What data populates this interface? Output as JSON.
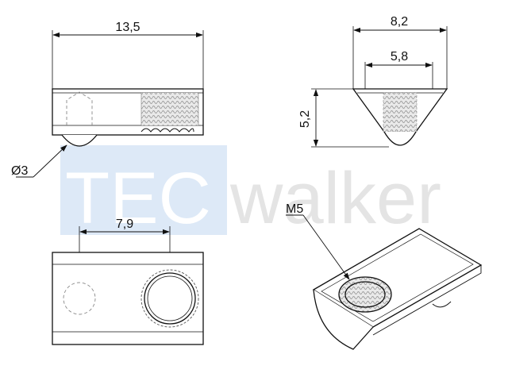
{
  "watermark": {
    "part1": "TEC",
    "part2": "walker",
    "box_color": "#dde9f7",
    "part1_color": "#ffffff",
    "part2_color": "#e4e4e4"
  },
  "dimensions": {
    "length": "13,5",
    "top_width": "8,2",
    "bottom_width": "5,8",
    "height": "5,2",
    "ball_diameter": "Ø3",
    "hole_spacing": "7,9",
    "thread": "M5"
  },
  "colors": {
    "line": "#111111",
    "hidden": "#888888",
    "thread_fill": "#cfcfcf"
  }
}
